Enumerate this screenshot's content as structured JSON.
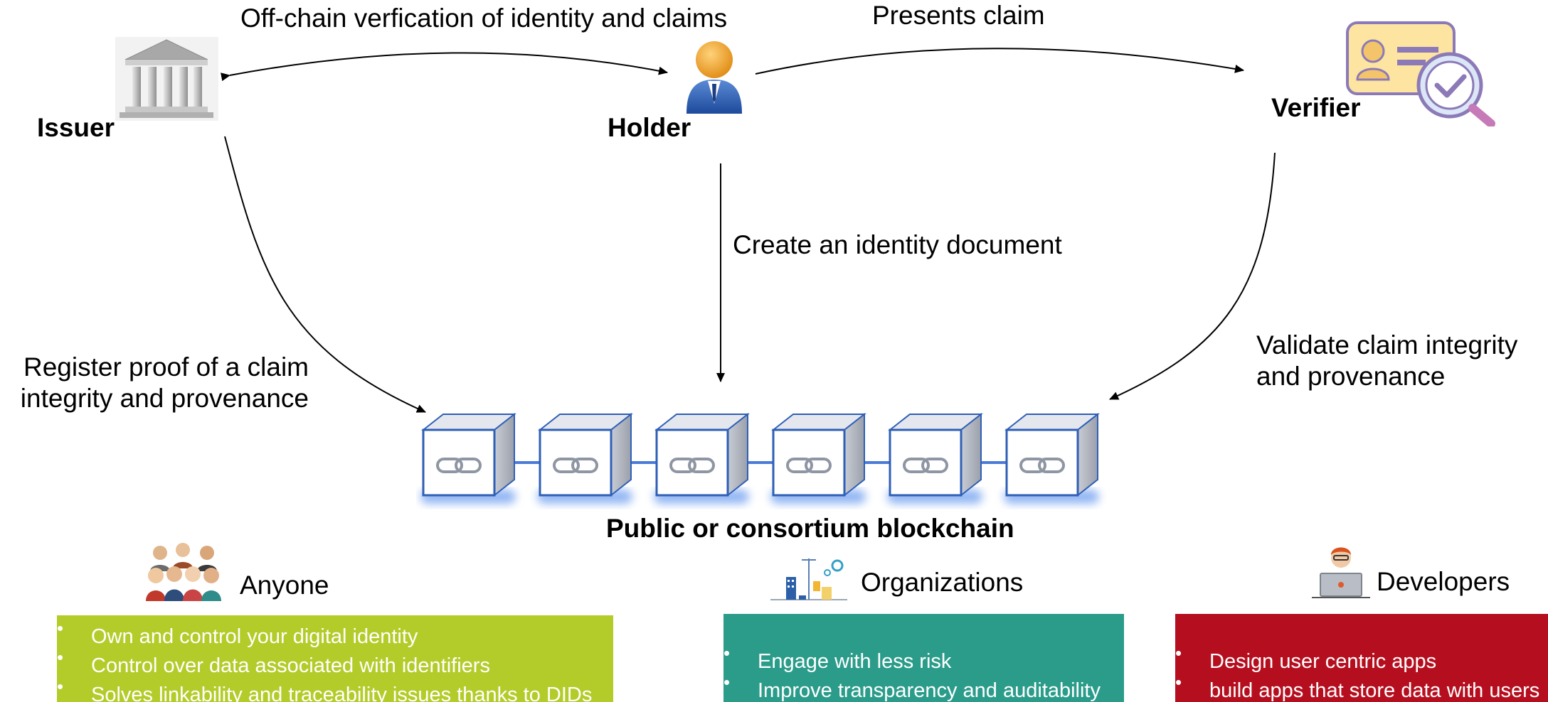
{
  "actors": {
    "issuer": "Issuer",
    "holder": "Holder",
    "verifier": "Verifier"
  },
  "edges": {
    "offchain": "Off-chain verfication of identity and claims",
    "presents": "Presents claim",
    "create": "Create an identity document",
    "register": "Register proof of a claim\nintegrity and provenance",
    "validate": "Validate claim integrity\n and provenance"
  },
  "blockchain": {
    "label": "Public or consortium blockchain"
  },
  "audiences": {
    "anyone": {
      "title": "Anyone",
      "color": "#b4cc2a",
      "items": [
        "Own and control your digital identity",
        "Control over data  associated with identifiers",
        "Solves linkability and traceability issues thanks to DIDs"
      ]
    },
    "organizations": {
      "title": "Organizations",
      "color": "#2b9c8a",
      "items": [
        "Engage with less risk",
        "Improve transparency and auditability"
      ]
    },
    "developers": {
      "title": "Developers",
      "color": "#b50f1f",
      "items": [
        "Design user centric apps",
        "build apps that store data with users"
      ]
    }
  },
  "icons": {
    "issuer": "bank-building-icon",
    "holder": "person-icon",
    "verifier": "id-card-magnifier-icon",
    "anyone": "group-people-icon",
    "organizations": "organization-infographic-icon",
    "developers": "developer-laptop-icon",
    "block": "chain-link-icon"
  }
}
